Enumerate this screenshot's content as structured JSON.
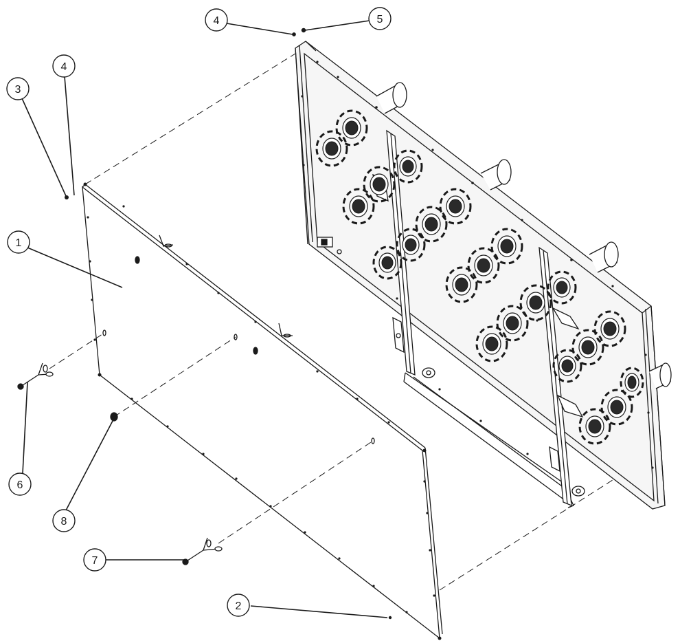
{
  "callouts": [
    {
      "id": "c4a",
      "label": "4"
    },
    {
      "id": "c5",
      "label": "5"
    },
    {
      "id": "c4b",
      "label": "4"
    },
    {
      "id": "c3",
      "label": "3"
    },
    {
      "id": "c1",
      "label": "1"
    },
    {
      "id": "c6",
      "label": "6"
    },
    {
      "id": "c8",
      "label": "8"
    },
    {
      "id": "c7",
      "label": "7"
    },
    {
      "id": "c2",
      "label": "2"
    }
  ],
  "colors": {
    "line": "#1a1a1a",
    "background": "#ffffff",
    "frame_fill": "#f6f6f6"
  }
}
